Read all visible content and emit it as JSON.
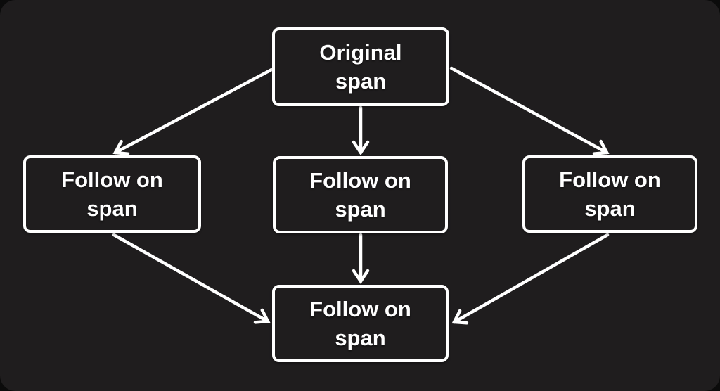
{
  "page": {
    "outer_background": "#0b0b0b",
    "panel_background": "#1f1d1e",
    "line_color": "#ffffff",
    "text_color": "#ffffff"
  },
  "diagram": {
    "type": "flowchart",
    "nodes": [
      {
        "id": "original",
        "label": "Original\nspan",
        "row": "top"
      },
      {
        "id": "follow-left",
        "label": "Follow on\nspan",
        "row": "middle"
      },
      {
        "id": "follow-middle",
        "label": "Follow on\nspan",
        "row": "middle"
      },
      {
        "id": "follow-right",
        "label": "Follow on\nspan",
        "row": "middle"
      },
      {
        "id": "follow-bottom",
        "label": "Follow on\nspan",
        "row": "bottom"
      }
    ],
    "edges": [
      {
        "from": "original",
        "to": "follow-left"
      },
      {
        "from": "original",
        "to": "follow-middle"
      },
      {
        "from": "original",
        "to": "follow-right"
      },
      {
        "from": "follow-left",
        "to": "follow-bottom"
      },
      {
        "from": "follow-middle",
        "to": "follow-bottom"
      },
      {
        "from": "follow-right",
        "to": "follow-bottom"
      }
    ]
  }
}
